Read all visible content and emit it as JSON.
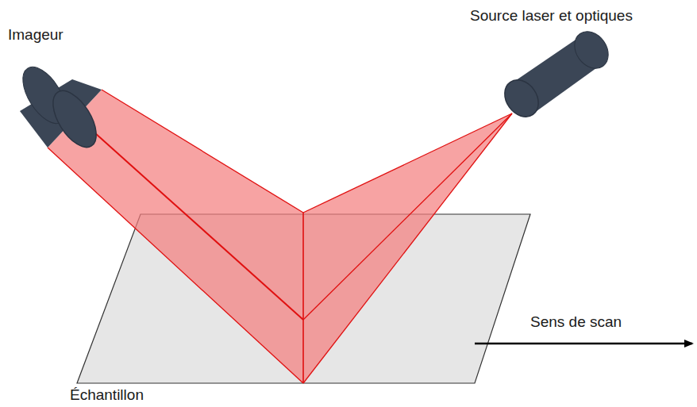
{
  "diagram": {
    "labels": [
      "Imageur",
      "Source laser et optiques",
      "Sens de scan",
      "Échantillon"
    ]
  }
}
